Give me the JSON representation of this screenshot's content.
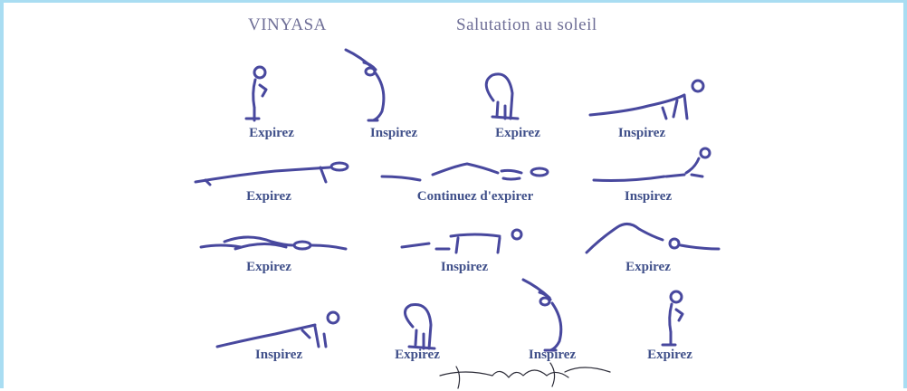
{
  "header": {
    "left_title": "VINYASA",
    "right_title": "Salutation au soleil"
  },
  "captions": {
    "row1": [
      "Expirez",
      "Inspirez",
      "Expirez",
      "Inspirez"
    ],
    "row2": [
      "Expirez",
      "Continuez d'expirer",
      "Inspirez"
    ],
    "row3": [
      "Expirez",
      "Inspirez",
      "Expirez"
    ],
    "row4": [
      "Inspirez",
      "Expirez",
      "Inspirez",
      "Expirez"
    ]
  },
  "signature": "Paula Sole",
  "colors": {
    "ink": "#48489e",
    "caption": "#40508a",
    "title": "#6e6e96",
    "frame": "#a9ddf2"
  }
}
